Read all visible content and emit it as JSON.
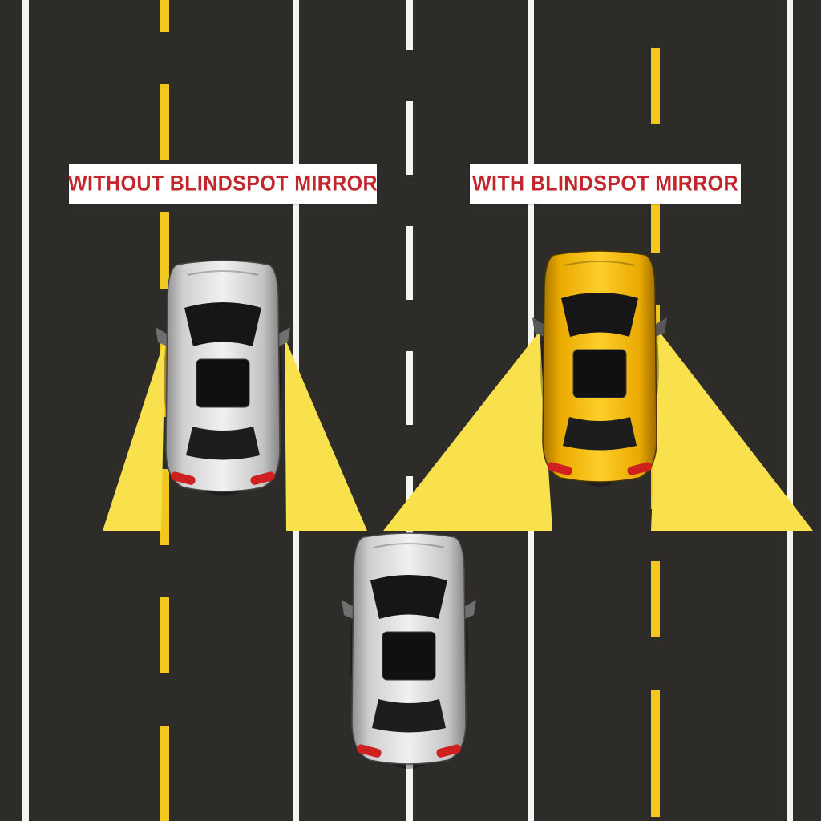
{
  "diagram": {
    "left_label": "WITHOUT BLINDSPOT MIRROR",
    "right_label": "WITH BLINDSPOT MIRROR",
    "colors": {
      "road": "#2e2c29",
      "lane_white": "#f4f4f2",
      "lane_yellow": "#f2c81e",
      "cone_yellow": "#f9e14d",
      "banner_bg": "#ffffff",
      "banner_text": "#c1272d"
    },
    "road": {
      "markings": [
        "solid-white",
        "dashed-yellow",
        "solid-white",
        "dashed-white",
        "solid-white",
        "dashed-yellow",
        "solid-white"
      ]
    },
    "cars": [
      {
        "name": "car-without-blindspot-mirror",
        "color": "silver",
        "position": "upper-left lane",
        "mirror_view": "narrow blind-spot cones"
      },
      {
        "name": "car-with-blindspot-mirror",
        "color": "yellow",
        "position": "upper-right lane",
        "mirror_view": "wide blind-spot cones"
      },
      {
        "name": "approaching-car",
        "color": "silver",
        "position": "lower-center lane",
        "mirror_view": "none"
      }
    ]
  }
}
